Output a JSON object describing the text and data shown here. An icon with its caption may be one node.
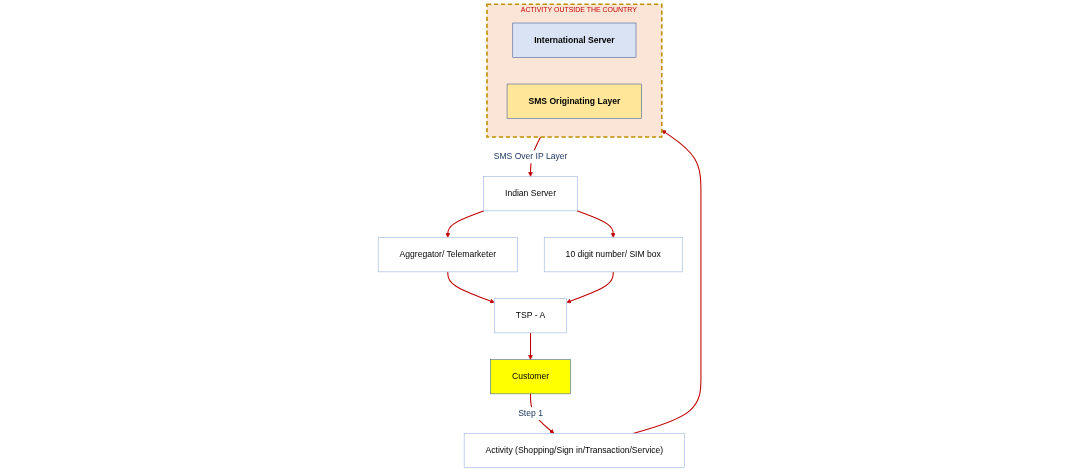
{
  "diagram": {
    "nodes": [
      {
        "text": [
          "ACTIVITY OUTSIDE THE COUNTRY"
        ]
      },
      {
        "text": [
          "International Server"
        ],
        "in": 0
      },
      {
        "text": [
          "SMS Originating Layer"
        ],
        "in": 0
      },
      {
        "text": [
          "Indian Server"
        ]
      },
      {
        "text": [
          "Aggregator/ Telemarketer"
        ]
      },
      {
        "text": [
          "10 digit number/ SIM box"
        ]
      },
      {
        "text": [
          "TSP - A"
        ]
      },
      {
        "text": [
          "Customer"
        ]
      },
      {
        "text": [
          "Activity (Shopping/Sign in/Transaction/Service)"
        ]
      }
    ],
    "edges": [
      {
        "from": 0,
        "to": 3,
        "arrow": "to",
        "label": "SMS Over IP Layer"
      },
      {
        "from": 3,
        "to": 4,
        "arrow": "to"
      },
      {
        "from": 3,
        "to": 5,
        "arrow": "to"
      },
      {
        "from": 4,
        "to": 6,
        "arrow": "to"
      },
      {
        "from": 5,
        "to": 6,
        "arrow": "to"
      },
      {
        "from": 6,
        "to": 7,
        "arrow": "to"
      },
      {
        "from": 7,
        "to": 8,
        "arrow": "to",
        "label": "Step 1"
      },
      {
        "from": 8,
        "to": 0,
        "arrow": "to"
      }
    ]
  }
}
